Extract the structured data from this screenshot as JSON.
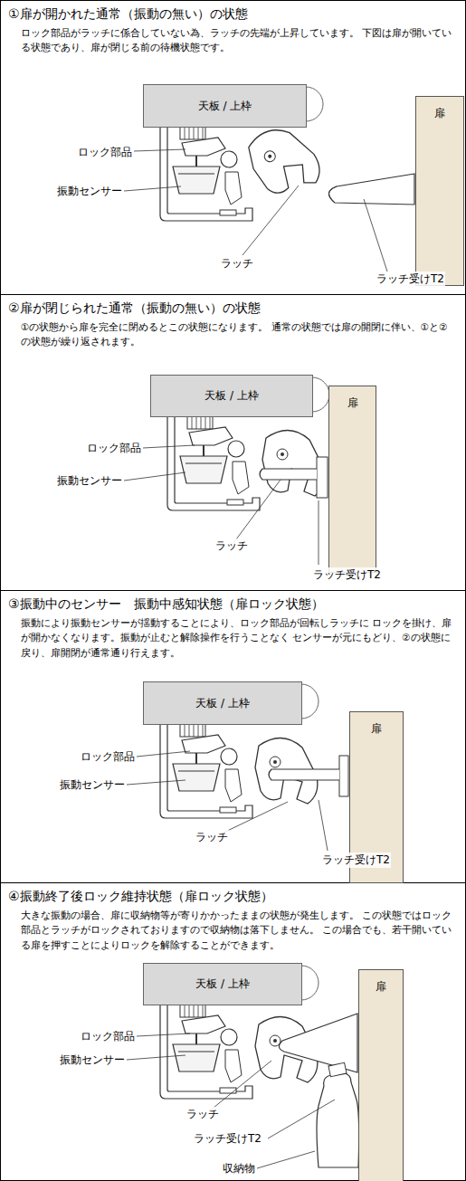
{
  "diagram": {
    "nodes": [
      {
        "text": [
          "①扉が開かれた通常（振動の無い）の状態",
          "ロック部品がラッチに係合していない為、ラッチの先端が上昇しています。 下図は扉が開いている状態であり、扉が閉じる前の待機状態です。"
        ]
      },
      {
        "text": [
          "天板 / 上枠"
        ],
        "in": 0
      },
      {
        "text": [
          "扉"
        ],
        "in": 0
      },
      {
        "text": [
          "②扉が閉じられた通常（振動の無い）の状態",
          "①の状態から扉を完全に閉めるとこの状態になります。 通常の状態では扉の開閉に伴い、①と②の状態が繰り返されます。"
        ]
      },
      {
        "text": [
          "天板 / 上枠"
        ],
        "in": 3
      },
      {
        "text": [
          "扉"
        ],
        "in": 3
      },
      {
        "text": [
          "③振動中のセンサー　振動中感知状態（扉ロック状態）",
          "振動により振動センサーが揺動することにより、ロック部品が回転しラッチに ロックを掛け、扉が開かなくなります。振動が止むと解除操作を行うことなく センサーが元にもどり、②の状態に戻り、扉開閉が通常通り行えます。"
        ]
      },
      {
        "text": [
          "天板 / 上枠"
        ],
        "in": 6
      },
      {
        "text": [
          "扉"
        ],
        "in": 6
      },
      {
        "text": [
          "④振動終了後ロック維持状態（扉ロック状態）",
          "大きな振動の場合、扉に収納物等が寄りかかったままの状態が発生します。 この状態ではロック部品とラッチがロックされておりますので収納物は落下しません。 この場合でも、若干開いている扉を押すことによりロックを解除することができます。"
        ]
      },
      {
        "text": [
          "天板 / 上枠"
        ],
        "in": 9
      },
      {
        "text": [
          "扉"
        ],
        "in": 9
      }
    ],
    "labels": [
      "ロック部品",
      "振動センサー",
      "ラッチ",
      "ラッチ受けT2",
      "ロック部品",
      "振動センサー",
      "ラッチ",
      "ラッチ受けT2",
      "ロック部品",
      "振動センサー",
      "ラッチ",
      "ラッチ受けT2",
      "ロック部品",
      "振動センサー",
      "ラッチ",
      "ラッチ受けT2",
      "収納物"
    ]
  }
}
